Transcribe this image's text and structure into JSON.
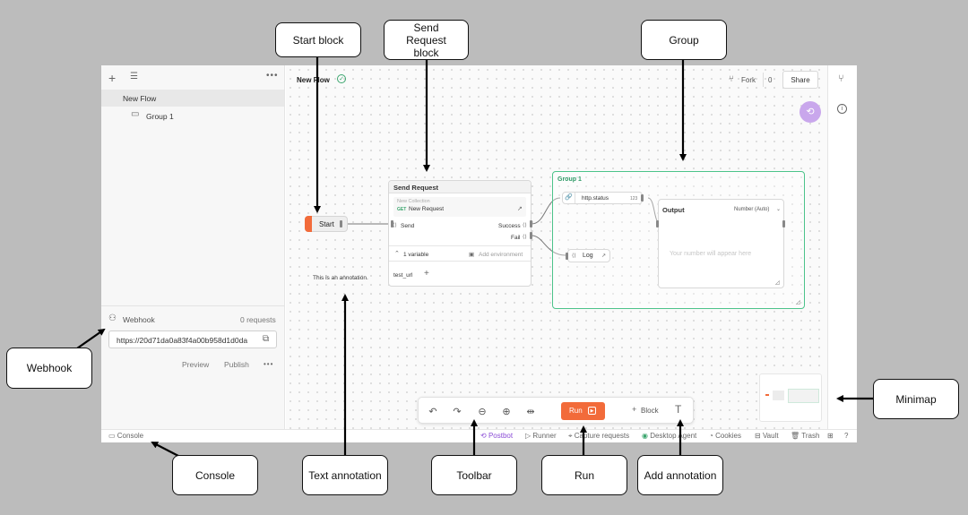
{
  "sidebar": {
    "flow_item": "New Flow",
    "group_item": "Group 1",
    "webhook_label": "Webhook",
    "webhook_requests": "0 requests",
    "webhook_url": "https://20d71da0a83f4a00b958d1d0da",
    "preview_label": "Preview",
    "publish_label": "Publish"
  },
  "header": {
    "flow_title": "New Flow",
    "fork_label": "Fork",
    "fork_count": "0",
    "share_label": "Share"
  },
  "nodes": {
    "start_label": "Start",
    "send_request_title": "Send Request",
    "collection_label": "New Collection",
    "method": "GET",
    "request_name": "New Request",
    "send_port": "Send",
    "success_port": "Success",
    "fail_port": "Fail",
    "variable_count": "1 variable",
    "add_environment": "Add environment",
    "variable_name": "test_url",
    "annotation_text": "This is an annotation.",
    "group_title": "Group 1",
    "http_status": "http.status",
    "http_status_type": "123",
    "output_title": "Output",
    "output_type": "Number (Auto)",
    "output_placeholder": "Your number will appear here",
    "log_label": "Log"
  },
  "toolbar": {
    "run_label": "Run",
    "block_label": "Block"
  },
  "bottombar": {
    "console": "Console",
    "postbot": "Postbot",
    "runner": "Runner",
    "capture": "Capture requests",
    "desktop_agent": "Desktop Agent",
    "cookies": "Cookies",
    "vault": "Vault",
    "trash": "Trash"
  },
  "callouts": {
    "start_block": "Start block",
    "send_request_block": "Send Request block",
    "group": "Group",
    "webhook": "Webhook",
    "minimap": "Minimap",
    "console": "Console",
    "text_annotation": "Text annotation",
    "toolbar": "Toolbar",
    "run": "Run",
    "add_annotation": "Add annotation"
  },
  "colors": {
    "accent": "#f26b3a",
    "group_border": "#4cc38a",
    "postbot": "#8a4bd6",
    "callout_border": "#111111"
  }
}
